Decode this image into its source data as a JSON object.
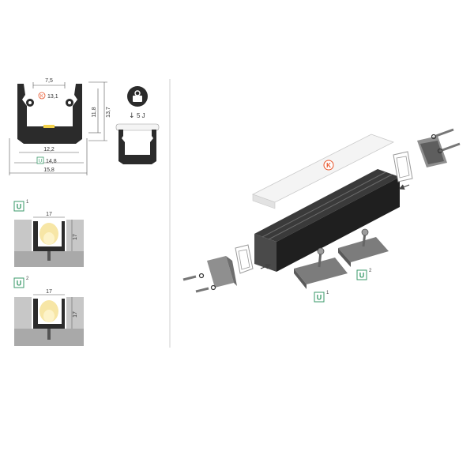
{
  "dimensions": {
    "top_opening": "7,5",
    "k_width_badge": "K",
    "k_width": "13,1",
    "inner_height": "11,8",
    "outer_height": "13,7",
    "base_width": "12,2",
    "u_width_badge": "U",
    "u_width": "14,8",
    "overall_width": "15,8"
  },
  "impact": {
    "rating": "5 J"
  },
  "mount_1": {
    "badge": "U",
    "index": "1",
    "width": "17",
    "depth": "17"
  },
  "mount_2": {
    "badge": "U",
    "index": "2",
    "width": "17",
    "depth": "17"
  },
  "exploded": {
    "cover_badge": "K",
    "clip1_badge": "U",
    "clip1_index": "1",
    "clip2_badge": "U",
    "clip2_index": "2"
  },
  "colors": {
    "aluminium_dark": "#2b2b2b",
    "cover_white": "#f4f4f4",
    "wall_gray": "#b9b9b9",
    "k_badge": "#e8542a",
    "u_badge": "#3a9a6a",
    "led_yellow": "#f2d14b"
  }
}
